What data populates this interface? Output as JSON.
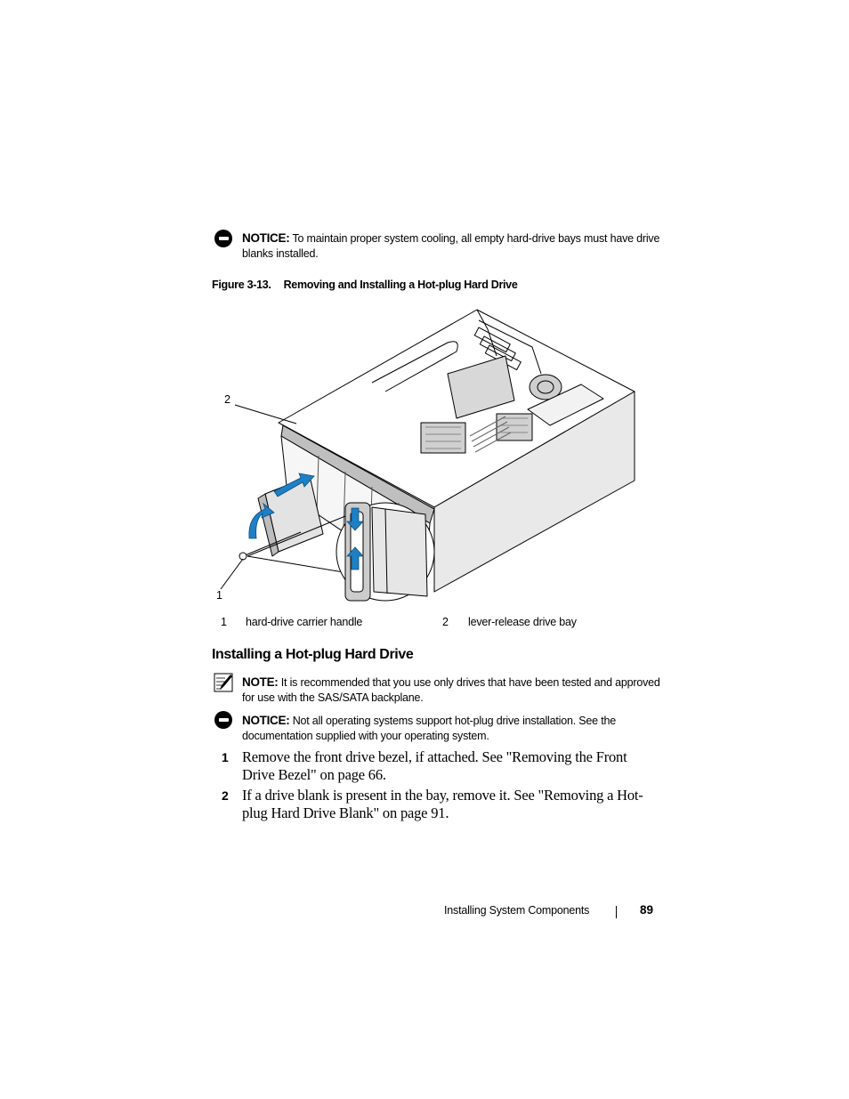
{
  "notice1": {
    "label": "NOTICE:",
    "text": "To maintain proper system cooling, all empty hard-drive bays must have drive blanks installed."
  },
  "figure": {
    "caption_number": "Figure 3-13.",
    "caption_title": "Removing and Installing a Hot-plug Hard Drive",
    "callout_1": "1",
    "callout_2": "2",
    "legend": [
      {
        "num": "1",
        "text": "hard-drive carrier handle"
      },
      {
        "num": "2",
        "text": "lever-release drive bay"
      }
    ],
    "arrow_color": "#1f7fc4"
  },
  "section": {
    "heading": "Installing a Hot-plug Hard Drive"
  },
  "note": {
    "label": "NOTE:",
    "text": "It is recommended that you use only drives that have been tested and approved for use with the SAS/SATA backplane."
  },
  "notice2": {
    "label": "NOTICE:",
    "text": "Not all operating systems support hot-plug drive installation. See the documentation supplied with your operating system."
  },
  "steps": [
    {
      "num": "1",
      "text": "Remove the front drive bezel, if attached. See \"Removing the Front Drive Bezel\" on page 66."
    },
    {
      "num": "2",
      "text": "If a drive blank is present in the bay, remove it. See \"Removing a Hot-plug Hard Drive Blank\" on page 91."
    }
  ],
  "footer": {
    "section_title": "Installing System Components",
    "page_number": "89"
  }
}
